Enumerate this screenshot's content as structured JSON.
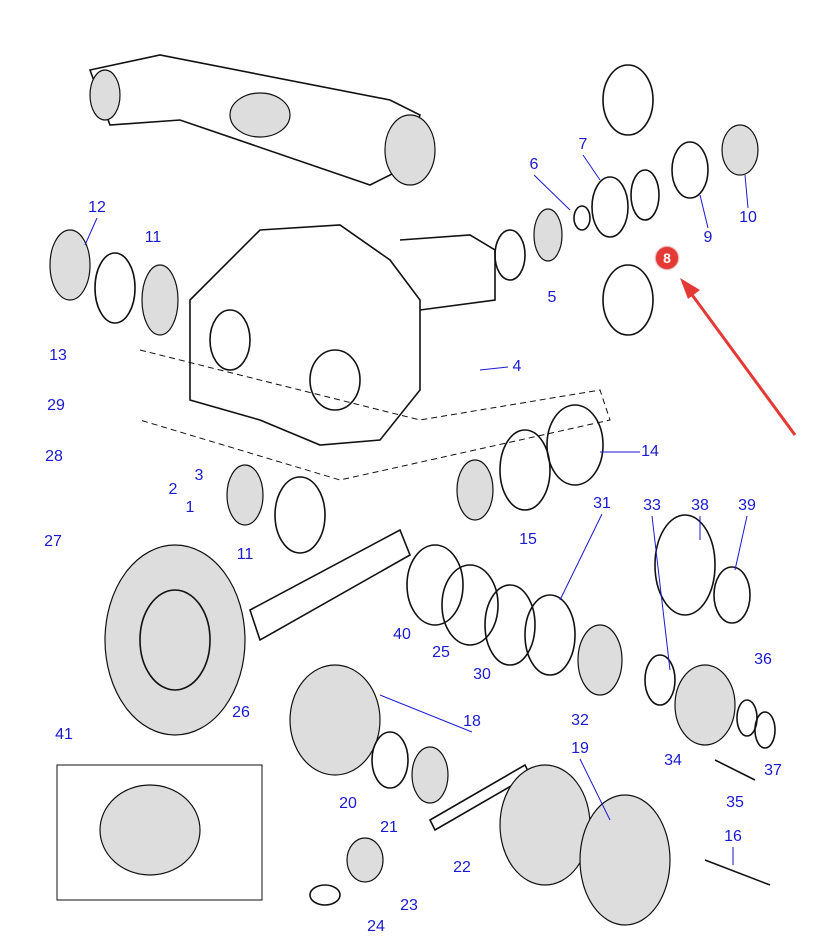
{
  "diagram": {
    "highlighted_part": "8",
    "highlight_color": "#e53935",
    "label_color": "#1a1ad0",
    "labels": [
      "12",
      "11",
      "6",
      "7",
      "9",
      "10",
      "5",
      "13",
      "4",
      "29",
      "28",
      "14",
      "3",
      "2",
      "1",
      "31",
      "33",
      "38",
      "39",
      "27",
      "11",
      "15",
      "40",
      "25",
      "30",
      "36",
      "26",
      "32",
      "18",
      "19",
      "41",
      "34",
      "37",
      "20",
      "35",
      "21",
      "16",
      "22",
      "23",
      "24"
    ]
  }
}
